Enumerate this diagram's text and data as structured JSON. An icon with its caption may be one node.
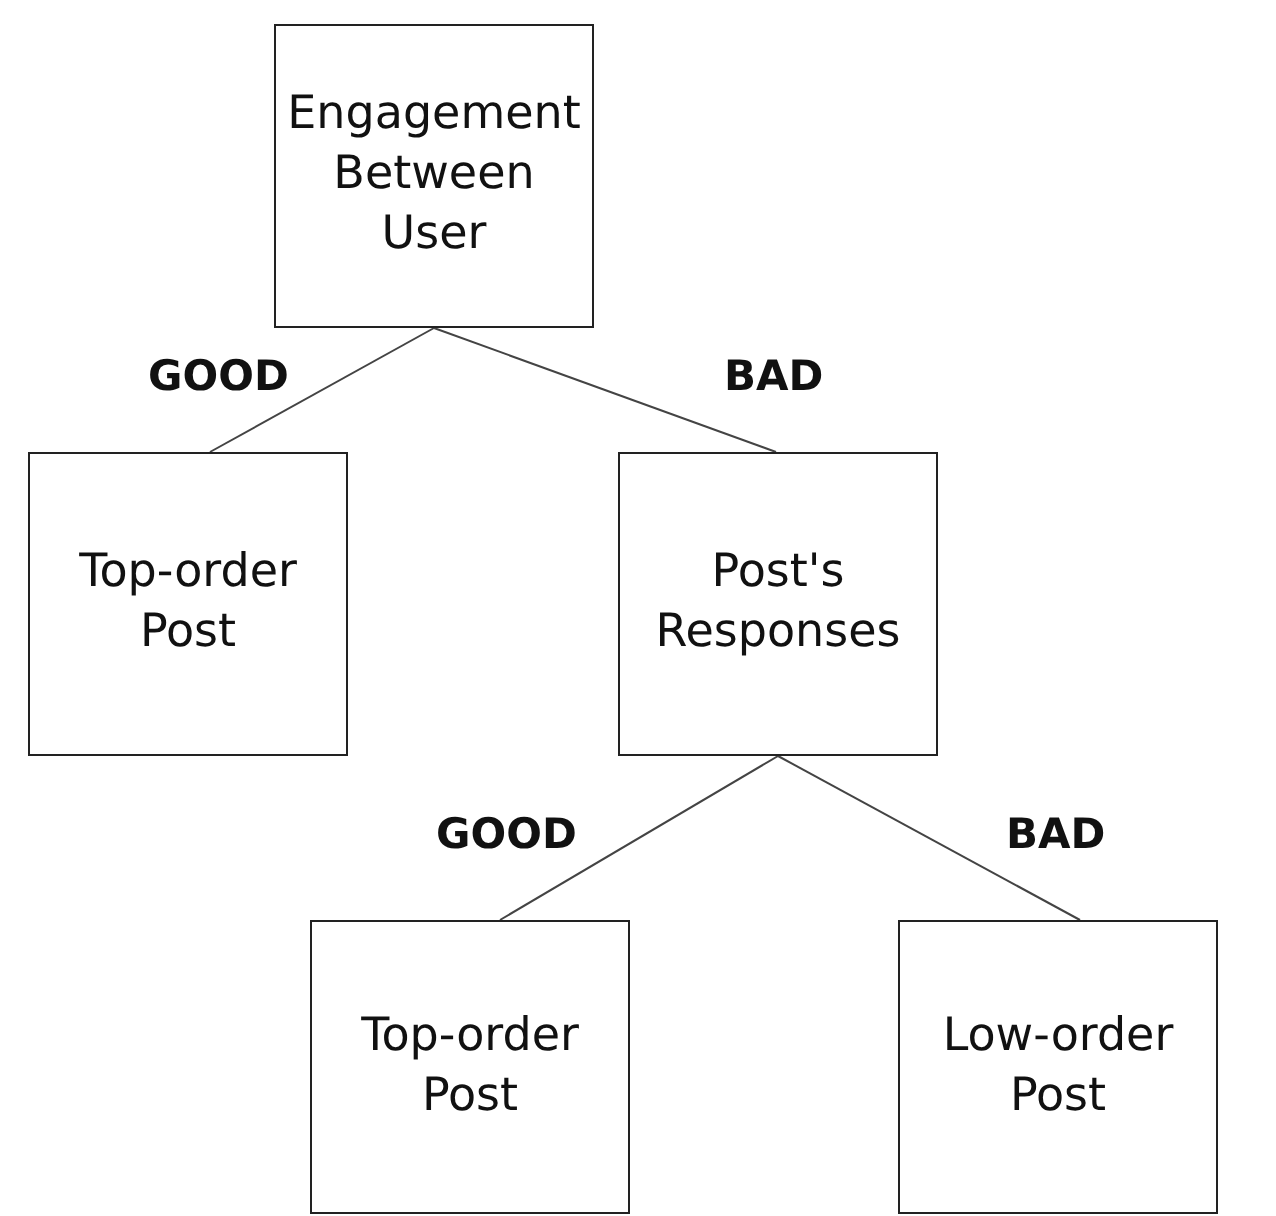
{
  "diagram": {
    "nodes": [
      {
        "text": [
          "Engagement Between User"
        ]
      },
      {
        "text": [
          "Top-order Post"
        ]
      },
      {
        "text": [
          "Post's Responses"
        ]
      },
      {
        "text": [
          "Top-order Post"
        ]
      },
      {
        "text": [
          "Low-order Post"
        ]
      }
    ],
    "edges": [
      {
        "from": 0,
        "to": 1,
        "arrow": "none",
        "label": "GOOD"
      },
      {
        "from": 0,
        "to": 2,
        "arrow": "none",
        "label": "BAD"
      },
      {
        "from": 2,
        "to": 3,
        "arrow": "none",
        "label": "GOOD"
      },
      {
        "from": 2,
        "to": 4,
        "arrow": "none",
        "label": "BAD"
      }
    ]
  }
}
